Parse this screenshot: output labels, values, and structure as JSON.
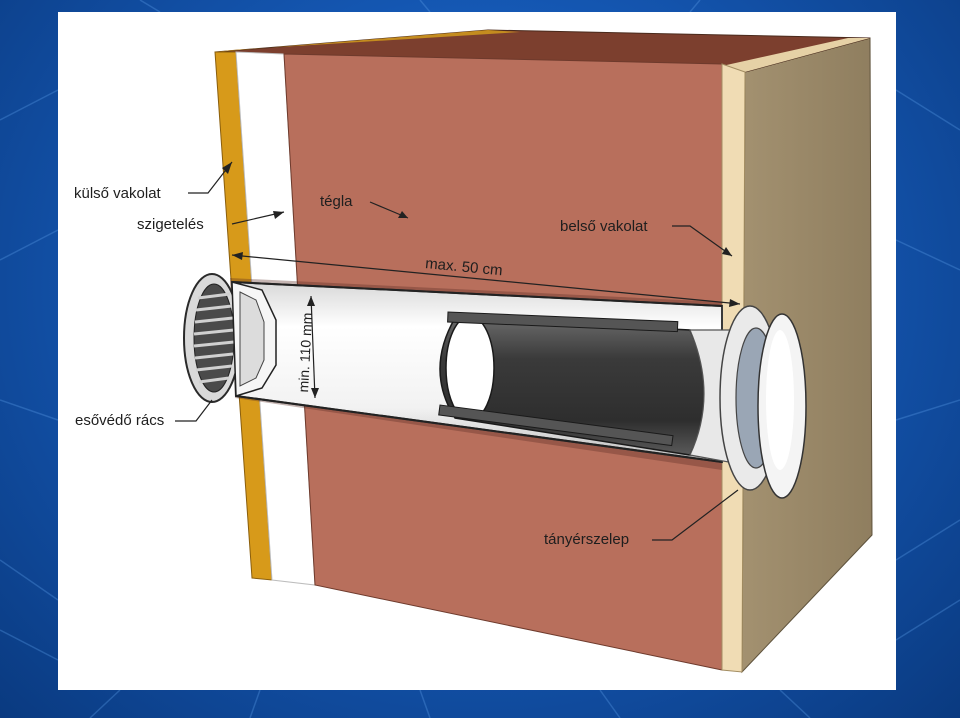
{
  "labels": {
    "outer_plaster": "külső vakolat",
    "insulation": "szigetelés",
    "brick": "tégla",
    "inner_plaster": "belső vakolat",
    "max_length": "max. 50 cm",
    "min_diameter": "min. 110 mm",
    "rain_grille": "esővédő rács",
    "disc_valve": "tányérszelep"
  },
  "colors": {
    "background": "#1558b4",
    "panel": "#ffffff",
    "outer_plaster": "#d79a1a",
    "insulation": "#ffffff",
    "brick": "#b86f5c",
    "brick_top": "#7a3a2a",
    "inner_plaster": "#f0dcb4",
    "side_face": "#9c8a6c",
    "pipe": "#f4f4f4",
    "sleeve": "#4a4a4a"
  }
}
